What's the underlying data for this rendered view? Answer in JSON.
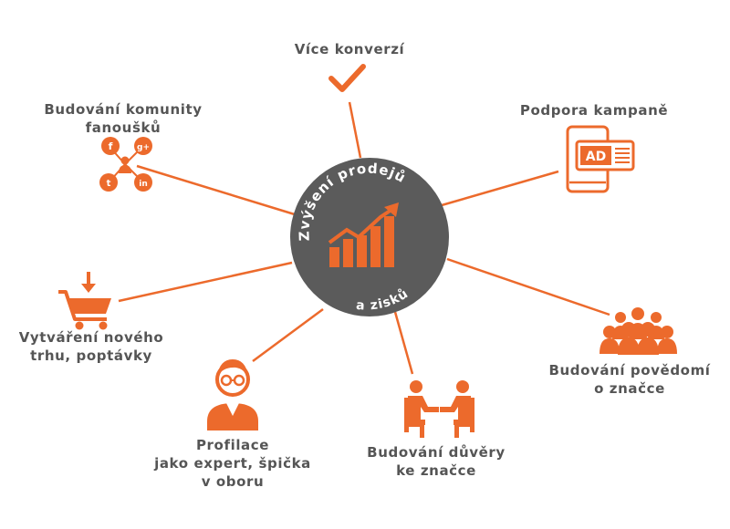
{
  "colors": {
    "accent": "#ec6a2c",
    "hub": "#5b5b5b",
    "label": "#555555",
    "hub_text": "#ffffff"
  },
  "hub": {
    "line1": "Zvýšení prodejů",
    "line2": "a zisků",
    "icon": "rising-bar-chart-icon"
  },
  "nodes": [
    {
      "id": "conversions",
      "lines": [
        "Více konverzí"
      ],
      "icon": "checkmark-icon"
    },
    {
      "id": "campaign",
      "lines": [
        "Podpora kampaně"
      ],
      "icon": "ad-device-icon"
    },
    {
      "id": "awareness",
      "lines": [
        "Budování povědomí",
        "o značce"
      ],
      "icon": "crowd-icon"
    },
    {
      "id": "trust",
      "lines": [
        "Budování důvěry",
        "ke značce"
      ],
      "icon": "meeting-people-icon"
    },
    {
      "id": "expert",
      "lines": [
        "Profilace",
        "jako expert, špička",
        "v oboru"
      ],
      "icon": "person-glasses-icon"
    },
    {
      "id": "market",
      "lines": [
        "Vytváření nového",
        "trhu, poptávky"
      ],
      "icon": "shopping-cart-icon"
    },
    {
      "id": "community",
      "lines": [
        "Budování komunity",
        "fanoušků"
      ],
      "icon": "social-network-icon",
      "social": [
        "f",
        "g+",
        "t",
        "in"
      ]
    }
  ]
}
